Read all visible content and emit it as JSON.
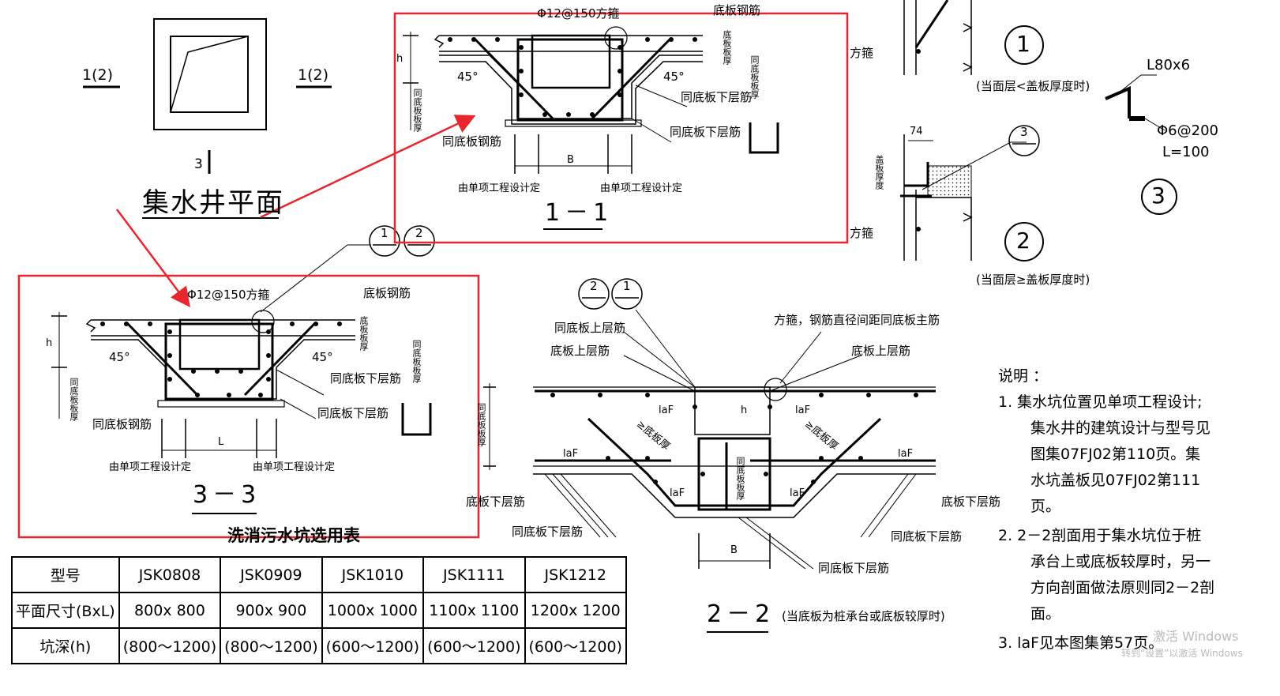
{
  "plan": {
    "title": "集水井平面",
    "section_left": "1(2)",
    "section_right": "1(2)",
    "section_bottom": "3"
  },
  "section_1_1": {
    "stirrup": "Φ12@150方箍",
    "base_rebar": "底板钢筋",
    "h": "h",
    "angle_left": "45°",
    "angle_right": "45°",
    "slab_thickness": "底板板厚",
    "same_slab_thickness": "同底板板厚",
    "same_bottom_layer_1": "同底板下层筋",
    "same_bottom_layer_2": "同底板下层筋",
    "same_rebar": "同底板钢筋",
    "b": "B",
    "by_project_left": "由单项工程设计定",
    "by_project_right": "由单项工程设计定",
    "title": "1－1"
  },
  "section_3_3": {
    "stirrup": "Φ12@150方箍",
    "base_rebar": "底板钢筋",
    "h": "h",
    "angle_left": "45°",
    "angle_right": "45°",
    "slab_thickness": "底板板厚",
    "same_slab_thickness": "同底板板厚",
    "same_bottom_layer_1": "同底板下层筋",
    "same_bottom_layer_2": "同底板下层筋",
    "same_rebar": "同底板钢筋",
    "l": "L",
    "by_project_left": "由单项工程设计定",
    "by_project_right": "由单项工程设计定",
    "title": "3－3",
    "table_title": "洗消污水坑选用表"
  },
  "bubbles": {
    "b1_top": "1",
    "b2_top": "2",
    "b2_mid": "2",
    "b1_mid": "1"
  },
  "detail": {
    "stirrup_label_top": "方箍",
    "stirrup_label_bottom": "方箍",
    "dim_74": "74",
    "cover_thickness": "盖板厚度",
    "bubble_1": "1",
    "bubble_2": "2",
    "bubble_3": "3",
    "bubble_3b": "3",
    "caption_1": "(当面层<盖板厚度时)",
    "caption_2": "(当面层≥盖板厚度时)",
    "angle": "L80x6",
    "rebar": "Φ6@200",
    "length": "L=100"
  },
  "section_2_2": {
    "stirrup_note": "方箍，钢筋直径间距同底板主筋",
    "same_top_layer": "同底板上层筋",
    "top_layer_left": "底板上层筋",
    "top_layer_right": "底板上层筋",
    "same_slab_thickness": "同底板板厚",
    "same_slab_thickness_mid": "同底板板厚",
    "bottom_layer_left": "底板下层筋",
    "bottom_layer_right": "底板下层筋",
    "same_bottom_left": "同底板下层筋",
    "same_bottom_right": "同底板下层筋",
    "same_bottom_center": "同底板下层筋",
    "laf": "laF",
    "ge_slab_left": "≥底板厚",
    "ge_slab_right": "≥底板厚",
    "h": "h",
    "b": "B",
    "title": "2－2",
    "caption": "(当底板为桩承台或底板较厚时)"
  },
  "notes": {
    "heading": "说明 ：",
    "n1": "1. 集水坑位置见单项工程设计;",
    "n1b": "集水井的建筑设计与型号见",
    "n1c": "图集07FJ02第110页。集",
    "n1d": "水坑盖板见07FJ02第111",
    "n1e": "页。",
    "n2": "2. 2－2剖面用于集水坑位于桩",
    "n2b": "承台上或底板较厚时，另一",
    "n2c": "方向剖面做法原则同2－2剖",
    "n2d": "面。",
    "n3": "3. laF见本图集第57页。"
  },
  "table": {
    "headers": [
      "型号",
      "JSK0808",
      "JSK0909",
      "JSK1010",
      "JSK1111",
      "JSK1212"
    ],
    "row1": [
      "平面尺寸(BxL)",
      "800x 800",
      "900x 900",
      "1000x 1000",
      "1100x 1100",
      "1200x 1200"
    ],
    "row2": [
      "坑深(h)",
      "(800～1200)",
      "(800～1200)",
      "(600～1200)",
      "(600～1200)",
      "(600～1200)"
    ]
  },
  "watermark": "激活 Windows",
  "watermark2": "转到“设置”以激活 Windows",
  "colors": {
    "highlight": "#e8262d",
    "ink": "#000000"
  }
}
